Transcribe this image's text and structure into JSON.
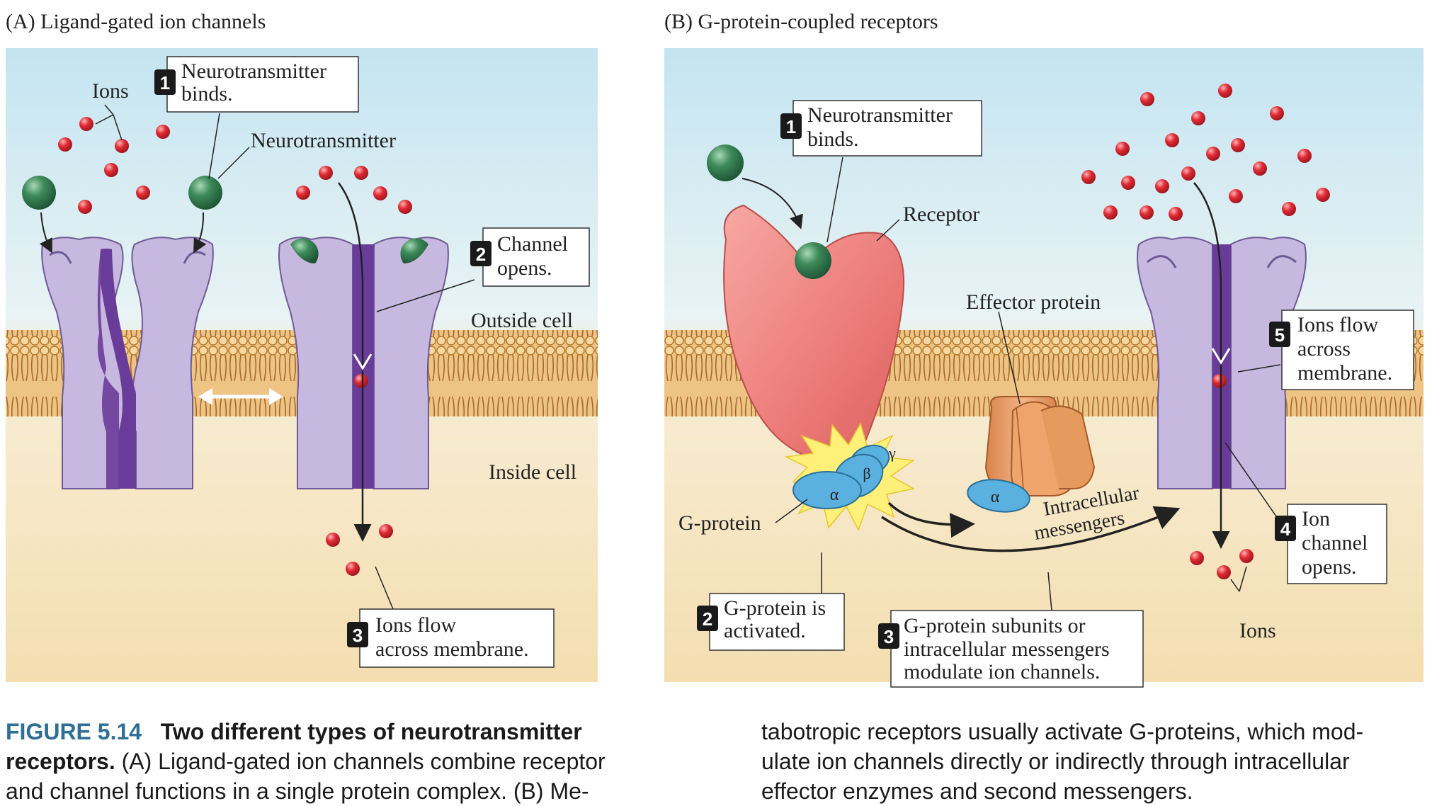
{
  "panels": {
    "a": {
      "title": "(A)  Ligand-gated ion channels",
      "labels": {
        "ions_top": "Ions",
        "neurotransmitter": "Neurotransmitter",
        "outside_cell": "Outside cell",
        "inside_cell": "Inside cell"
      },
      "steps": [
        {
          "num": "1",
          "lines": [
            "Neurotransmitter",
            "binds."
          ]
        },
        {
          "num": "2",
          "lines": [
            "Channel",
            "opens."
          ]
        },
        {
          "num": "3",
          "lines": [
            "Ions flow",
            "across membrane."
          ]
        }
      ]
    },
    "b": {
      "title": "(B)  G-protein-coupled receptors",
      "labels": {
        "receptor": "Receptor",
        "effector_protein": "Effector protein",
        "g_protein": "G-protein",
        "intracellular_1": "Intracellular",
        "intracellular_2": "messengers",
        "ions_bottom": "Ions",
        "alpha": "α",
        "beta": "β",
        "gamma": "γ"
      },
      "steps": [
        {
          "num": "1",
          "lines": [
            "Neurotransmitter",
            "binds."
          ]
        },
        {
          "num": "2",
          "lines": [
            "G-protein is",
            "activated."
          ]
        },
        {
          "num": "3",
          "lines": [
            "G-protein subunits or",
            "intracellular messengers",
            "modulate ion channels."
          ]
        },
        {
          "num": "4",
          "lines": [
            "Ion",
            "channel",
            "opens."
          ]
        },
        {
          "num": "5",
          "lines": [
            "Ions flow",
            "across",
            "membrane."
          ]
        }
      ]
    }
  },
  "caption": {
    "figure_number": "FIGURE 5.14",
    "title": "Two different types of neurotransmitter receptors.",
    "left_lines": [
      "Two different types of neurotransmitter",
      "receptors.",
      " (A) Ligand-gated ion channels combine receptor",
      "and channel functions in a single protein complex. (B) Me-"
    ],
    "right_lines": [
      "tabotropic receptors usually activate G-proteins, which mod-",
      "ulate ion channels directly or indirectly through intracellular",
      "effector enzymes and second messengers."
    ]
  },
  "colors": {
    "background_top": "#c9e6f2",
    "background_bottom": "#f5e3b8",
    "membrane": "#e2a95b",
    "channel": "#c1b3dc",
    "channel_pore": "#6a3c9a",
    "neurotransmitter": "#2f7a4a",
    "ion": "#d92430",
    "receptor": "#ee7f7c",
    "g_protein": "#5ab0df",
    "effector": "#e69a5e",
    "caption_accent": "#2f6e95"
  }
}
